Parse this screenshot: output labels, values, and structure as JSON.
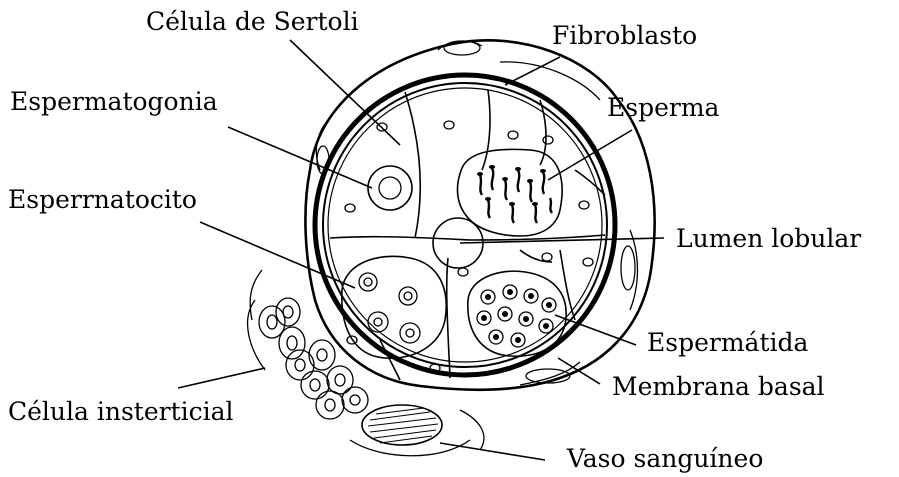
{
  "labels": {
    "sertoli": "Célula de Sertoli",
    "fibroblast": "Fibroblasto",
    "spermatogonia": "Espermatogonia",
    "sperm": "Esperma",
    "spermatocyte": "Esperrnatocito",
    "lumen": "Lumen lobular",
    "spermatid": "Espermátida",
    "basement": "Membrana basal",
    "interstitial": "Célula insterticial",
    "vessel": "Vaso sanguíneo"
  }
}
